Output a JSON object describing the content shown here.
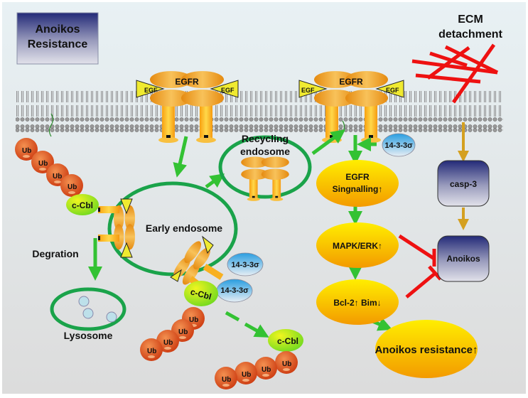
{
  "title_box": {
    "line1": "Anoikos",
    "line2": "Resistance"
  },
  "ecm": {
    "line1": "ECM",
    "line2": "detachment"
  },
  "receptors": {
    "egfr": "EGFR",
    "egf": "EGF"
  },
  "compartments": {
    "recycling_line1": "Recycling",
    "recycling_line2": "endosome",
    "early": "Early endosome",
    "lysosome": "Lysosome",
    "degradation": "Degration"
  },
  "proteins": {
    "ub": "Ub",
    "ccbl": "c-Cbl",
    "sigma": "14-3-3σ"
  },
  "signaling": {
    "egfr_line1": "EGFR",
    "egfr_line2": "Singnalling↑",
    "mapk": "MAPK/ERK↑",
    "bcl": "Bcl-2↑ Bim↓",
    "resistance": "Anoikos resistance↑",
    "casp": "casp-3",
    "anoikos": "Anoikos"
  },
  "colors": {
    "activation_arrow": "#33c233",
    "inhibition": "#ee1111",
    "caspase_arrow": "#d4a020",
    "endosome_ring": "#1aa34a",
    "node_yellow": "#ffe000",
    "node_orange": "#f5a000",
    "box_navy": "#2a2a80"
  }
}
